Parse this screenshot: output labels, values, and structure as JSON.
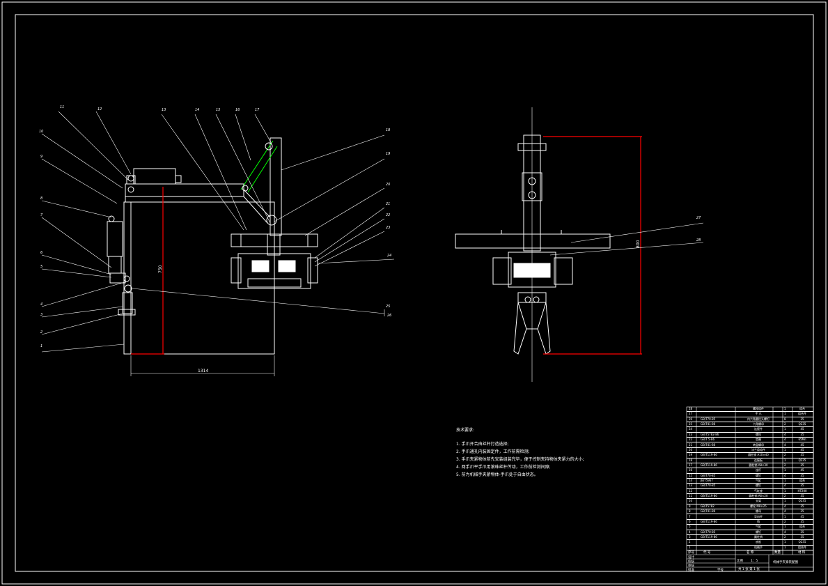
{
  "drawing": {
    "part_labels": [
      "1",
      "2",
      "3",
      "4",
      "5",
      "6",
      "7",
      "8",
      "9",
      "10",
      "11",
      "12",
      "13",
      "14",
      "15",
      "16",
      "17",
      "18",
      "19",
      "20",
      "21",
      "22",
      "23",
      "24",
      "25",
      "26",
      "27",
      "28"
    ],
    "dimensions": {
      "width_main": "1314",
      "height_main": "750",
      "height_side": "800"
    }
  },
  "technical_notes": {
    "title": "技术要求:",
    "items": [
      "1. 手爪开合由丝杆打造选择;",
      "2. 手爪通孔内装固定件，工作前需检测;",
      "3. 手爪夹紧物体前先安装组装完毕，便于控制夹持物体夹紧力的大小;",
      "4. 两手爪平手爪用滚珠丝杆传动，工作前检测间隙;",
      "5. 前为机械手夹紧物体-手爪处于自由状态。"
    ]
  },
  "parts_list": [
    {
      "no": "28",
      "code": "",
      "name": "螺栓组件",
      "qty": "1",
      "mat": "组合"
    },
    {
      "no": "27",
      "code": "",
      "name": "手 爪",
      "qty": "1",
      "mat": "组合件"
    },
    {
      "no": "26",
      "code": "GB/T70-85",
      "name": "内六角圆柱头螺钉",
      "qty": "8",
      "mat": "35"
    },
    {
      "no": "25",
      "code": "GB/T41-86",
      "name": "六角螺母",
      "qty": "2",
      "mat": "Q235"
    },
    {
      "no": "24",
      "code": "",
      "name": "连接件",
      "qty": "1",
      "mat": "45"
    },
    {
      "no": "23",
      "code": "GB/T5782-86",
      "name": "螺栓",
      "qty": "4",
      "mat": "35"
    },
    {
      "no": "22",
      "code": "GB/T 5-86",
      "name": "垫圈",
      "qty": "4",
      "mat": "65Mn"
    },
    {
      "no": "21",
      "code": "GB/T41-86",
      "name": "转盘螺母",
      "qty": "4",
      "mat": "45"
    },
    {
      "no": "20",
      "code": "",
      "name": "法兰盘组件",
      "qty": "1",
      "mat": "45"
    },
    {
      "no": "19",
      "code": "GB/T119-86",
      "name": "圆柱销 A10×40",
      "qty": "2",
      "mat": "35"
    },
    {
      "no": "18",
      "code": "",
      "name": "连接板",
      "qty": "1",
      "mat": "Q235"
    },
    {
      "no": "17",
      "code": "GB/T119-86",
      "name": "圆柱销 A8×30",
      "qty": "2",
      "mat": "35"
    },
    {
      "no": "16",
      "code": "",
      "name": "连杆",
      "qty": "1",
      "mat": "45"
    },
    {
      "no": "15",
      "code": "GB/T70-85",
      "name": "螺钉",
      "qty": "4",
      "mat": "35"
    },
    {
      "no": "14",
      "code": "JB/T5967",
      "name": "气缸",
      "qty": "1",
      "mat": "组合"
    },
    {
      "no": "13",
      "code": "GB/T70-85",
      "name": "螺钉",
      "qty": "4",
      "mat": "35"
    },
    {
      "no": "12",
      "code": "",
      "name": "气缸座",
      "qty": "1",
      "mat": "HT200"
    },
    {
      "no": "11",
      "code": "GB/T119-86",
      "name": "圆柱销 A6×20",
      "qty": "2",
      "mat": "35"
    },
    {
      "no": "10",
      "code": "",
      "name": "支架",
      "qty": "1",
      "mat": "Q235"
    },
    {
      "no": "9",
      "code": "GB/T5782",
      "name": "螺栓 M8×25",
      "qty": "4",
      "mat": "35"
    },
    {
      "no": "8",
      "code": "GB/T41-86",
      "name": "螺母",
      "qty": "4",
      "mat": "35"
    },
    {
      "no": "7",
      "code": "",
      "name": "导向杆",
      "qty": "1",
      "mat": "45"
    },
    {
      "no": "6",
      "code": "GB/T119-86",
      "name": "销",
      "qty": "2",
      "mat": "35"
    },
    {
      "no": "5",
      "code": "",
      "name": "气缸",
      "qty": "1",
      "mat": "组合"
    },
    {
      "no": "4",
      "code": "GB/T70-85",
      "name": "螺钉",
      "qty": "4",
      "mat": "35"
    },
    {
      "no": "3",
      "code": "GB/T119-86",
      "name": "圆柱销",
      "qty": "2",
      "mat": "35"
    },
    {
      "no": "2",
      "code": "",
      "name": "底板",
      "qty": "1",
      "mat": "Q235"
    },
    {
      "no": "1",
      "code": "",
      "name": "机械手",
      "qty": "1",
      "mat": "组合件"
    }
  ],
  "parts_header": {
    "no": "序号",
    "code": "代 号",
    "name": "名 称",
    "qty": "数量",
    "mat": "材 料"
  },
  "title_block": {
    "roles": [
      "设计",
      "校核",
      "审核",
      "批准"
    ],
    "scale_label": "比例",
    "scale_value": "1：5",
    "sheet_info": "共 1 张  第 1 张",
    "title": "机械手夹紧装配图",
    "org": "学号"
  },
  "colors": {
    "line": "#ffffff",
    "dimension": "#ff0000",
    "accent": "#00ff00"
  }
}
